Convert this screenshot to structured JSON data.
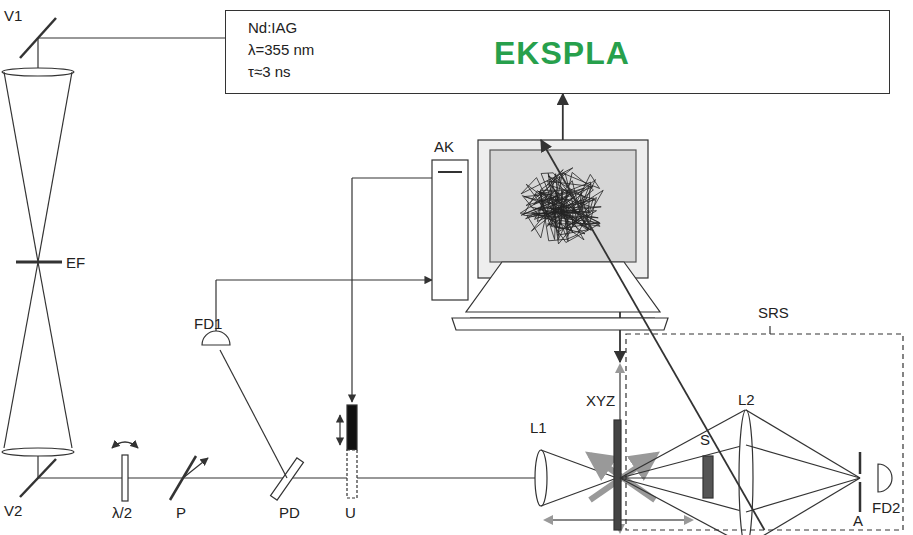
{
  "diagram": {
    "nodes": [
      {
        "text": [
          "Nd:IAG",
          "λ=355 nm",
          "τ≈3 ns",
          "EKSPLA"
        ]
      },
      {
        "text": [
          "AK"
        ]
      },
      {
        "text": [
          "SRS"
        ]
      }
    ],
    "edges": [
      {
        "from": 1,
        "to": 0,
        "arrow": "to"
      },
      {
        "from": 2,
        "to": 1,
        "arrow": "to"
      }
    ],
    "labels": [
      "V1",
      "EF",
      "V2",
      "λ/2",
      "P",
      "PD",
      "FD1",
      "U",
      "L1",
      "XYZ",
      "S",
      "L2",
      "A",
      "FD2"
    ]
  }
}
